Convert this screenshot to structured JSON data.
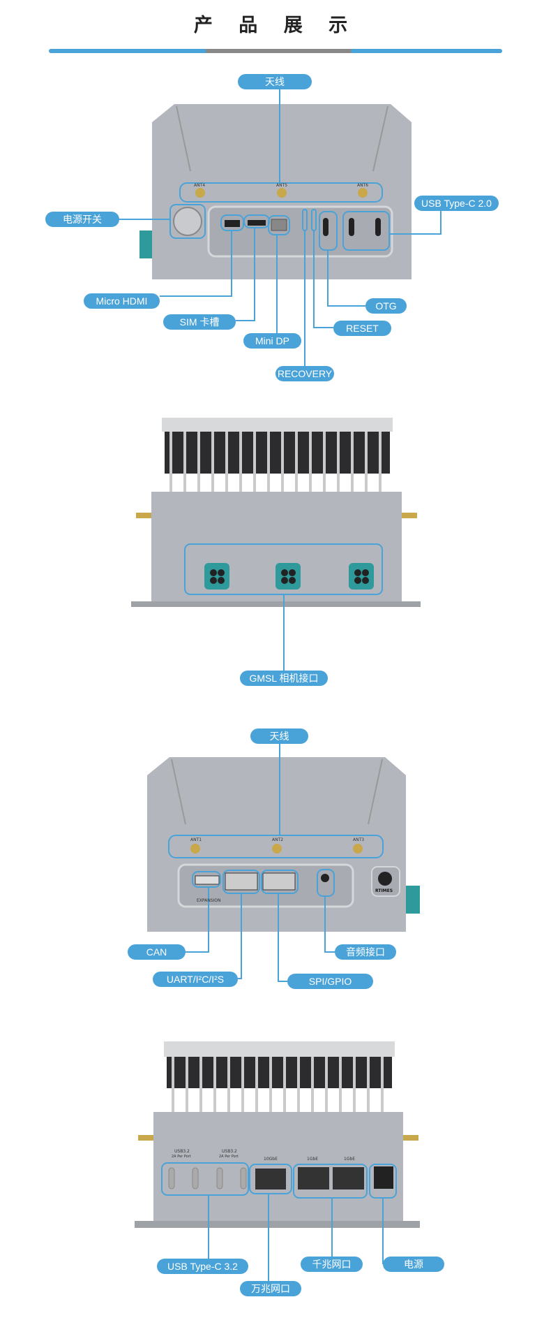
{
  "title": "产 品 展 示",
  "colors": {
    "accent": "#4aa3d8",
    "divider_mid": "#888888",
    "device": "#b3b6bc"
  },
  "view_front_io": {
    "labels": {
      "antenna": "天线",
      "power_switch": "电源开关",
      "usb_typec_20": "USB Type-C 2.0",
      "micro_hdmi": "Micro HDMI",
      "sim_slot": "SIM 卡槽",
      "mini_dp": "Mini DP",
      "recovery": "RECOVERY",
      "reset": "RESET",
      "otg": "OTG"
    },
    "antenna_ports": [
      "ANT4",
      "ANT5",
      "ANT6"
    ]
  },
  "view_camera": {
    "labels": {
      "gmsl": "GMSL 相机接口"
    }
  },
  "view_rear_io": {
    "labels": {
      "antenna": "天线",
      "can": "CAN",
      "uart": "UART/I²C/I²S",
      "spi_gpio": "SPI/GPIO",
      "audio": "音频接口"
    },
    "antenna_ports": [
      "ANT1",
      "ANT2",
      "ANT3"
    ],
    "panel_text": "EXPANSION",
    "logo_text": "RTIMES"
  },
  "view_network": {
    "labels": {
      "usb_typec_32": "USB Type-C 3.2",
      "ten_gbe": "万兆网口",
      "gbe": "千兆网口",
      "power": "电源"
    },
    "port_captions": [
      "USB3.2",
      "2A Per Port",
      "USB3.2",
      "2A Per Port",
      "10GbE",
      "1GbE",
      "1GbE"
    ]
  }
}
